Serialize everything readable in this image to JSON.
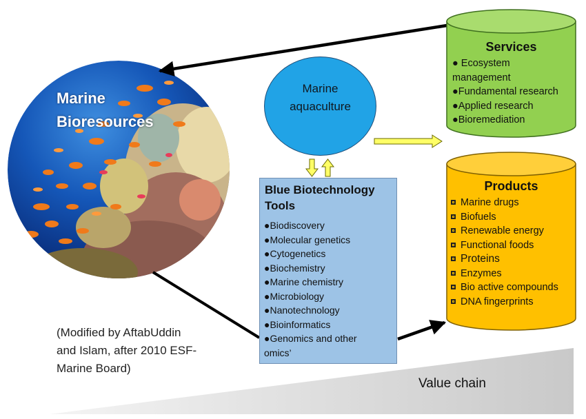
{
  "bioresources": {
    "title_line1": "Marine",
    "title_line2": "Bioresources"
  },
  "aquaculture": {
    "line1": "Marine",
    "line2": "aquaculture"
  },
  "tools": {
    "title_line1": "Blue Biotechnology",
    "title_line2": "Tools",
    "items": [
      "●Biodiscovery",
      "●Molecular genetics",
      "●Cytogenetics",
      "●Biochemistry",
      "●Marine chemistry",
      "●Microbiology",
      "●Nanotechnology",
      "●Bioinformatics",
      "●Genomics and other",
      "omics’"
    ]
  },
  "services": {
    "title": "Services",
    "items": [
      "● Ecosystem",
      "management",
      "●Fundamental research",
      "●Applied research",
      "●Bioremediation"
    ]
  },
  "products": {
    "title": "Products",
    "items": [
      "Marine drugs",
      "Biofuels",
      "Renewable energy",
      "Functional foods",
      "Proteins",
      "Enzymes",
      "Bio active compounds",
      "DNA fingerprints"
    ]
  },
  "caption": {
    "line1": "(Modified by AftabUddin",
    "line2": "and Islam, after 2010 ESF-",
    "line3": "Marine Board)"
  },
  "value_chain": "Value chain",
  "colors": {
    "aquaculture_fill": "#21a3e6",
    "tools_fill": "#9dc3e6",
    "services_fill": "#92d050",
    "products_fill": "#ffc000",
    "arrow_yellow": "#ffff66",
    "ocean": "#0b3f9e"
  }
}
